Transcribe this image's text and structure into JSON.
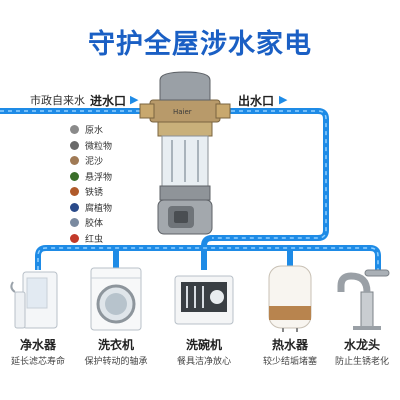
{
  "title": "守护全屋涉水家电",
  "pipe": {
    "municipal_label": "市政自来水",
    "inlet_label": "进水口",
    "outlet_label": "出水口",
    "arrow": "▶"
  },
  "filter": {
    "brand": "Haier"
  },
  "legend": [
    {
      "label": "原水",
      "color": "#8a8a8a"
    },
    {
      "label": "微粒物",
      "color": "#6a6a6a"
    },
    {
      "label": "泥沙",
      "color": "#a07a55"
    },
    {
      "label": "悬浮物",
      "color": "#3a6e2a"
    },
    {
      "label": "铁锈",
      "color": "#b05a2a"
    },
    {
      "label": "腐植物",
      "color": "#2a4a8a"
    },
    {
      "label": "胶体",
      "color": "#7a8aa0"
    },
    {
      "label": "红虫",
      "color": "#c23a2a"
    }
  ],
  "appliances": [
    {
      "name": "净水器",
      "desc": "延长滤芯寿命",
      "icon": "water-purifier-icon"
    },
    {
      "name": "洗衣机",
      "desc": "保护转动的轴承",
      "icon": "washing-machine-icon"
    },
    {
      "name": "洗碗机",
      "desc": "餐具洁净放心",
      "icon": "dishwasher-icon"
    },
    {
      "name": "热水器",
      "desc": "较少结垢堵塞",
      "icon": "water-heater-icon"
    },
    {
      "name": "水龙头",
      "desc": "防止生锈老化",
      "icon": "faucet-icon"
    }
  ],
  "colors": {
    "pipe": "#1e8be6",
    "title": "#1a5fc4"
  }
}
